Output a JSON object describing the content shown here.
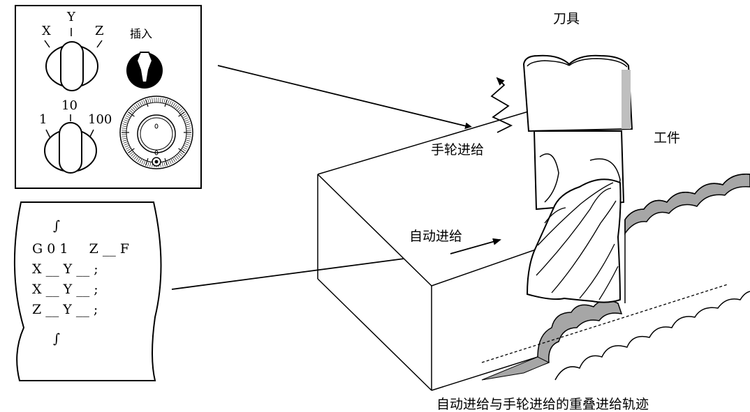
{
  "panel": {
    "axis_labels": [
      "X",
      "Y",
      "Z"
    ],
    "insert_label": "插入",
    "multiplier_labels": [
      "1",
      "10",
      "100"
    ]
  },
  "program": {
    "lines": [
      "∫",
      "G 0 1     Z __ F",
      "X __ Y __ ;",
      "X __ Y __ ;",
      "Z __ Y __ ;",
      "∫"
    ]
  },
  "labels": {
    "tool": "刀具",
    "workpiece": "工件",
    "handwheel_feed": "手轮进给",
    "auto_feed": "自动进给",
    "caption": "自动进给与手轮进给的重叠进给轨迹"
  }
}
